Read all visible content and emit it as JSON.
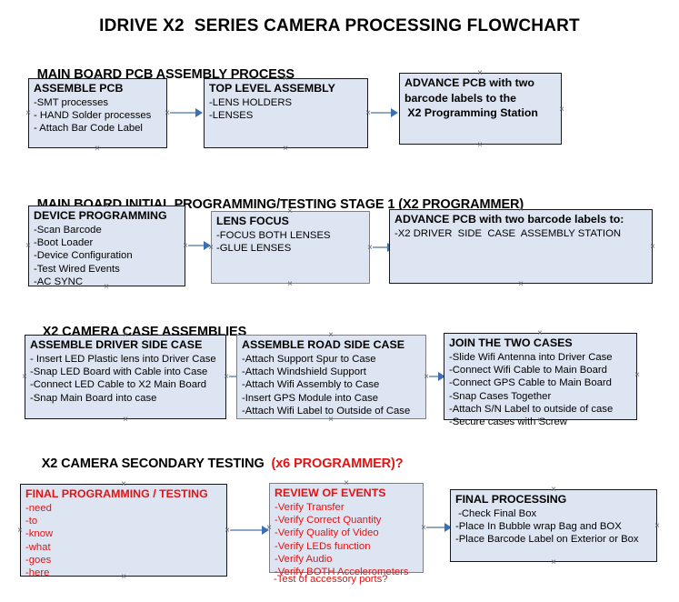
{
  "document": {
    "title": "IDRIVE X2  SERIES CAMERA PROCESSING FLOWCHART",
    "colors": {
      "box_fill": "#dde5f2",
      "box_border": "#16171c",
      "box_border_gray": "#7d7f84",
      "arrow_shaft": "#8fa9c4",
      "arrow_head": "#3d6fb4",
      "red_text": "#e11414",
      "black_text": "#000000",
      "background": "#ffffff"
    }
  },
  "sections": [
    {
      "id": "main-board-pcb-assembly",
      "heading": "MAIN BOARD PCB ASSEMBLY PROCESS",
      "heading_red": "",
      "boxes": [
        {
          "id": "assemble-pcb",
          "title": "ASSEMBLE PCB",
          "lines": [
            "-SMT processes",
            "- HAND Solder processes",
            "- Attach Bar Code Label"
          ],
          "text_color": "black",
          "border": "black",
          "all_bold": false
        },
        {
          "id": "top-level-assembly",
          "title": "TOP LEVEL ASSEMBLY",
          "lines": [
            "-LENS HOLDERS",
            "-LENSES"
          ],
          "text_color": "black",
          "border": "black",
          "all_bold": false
        },
        {
          "id": "advance-pcb-to-x2-programming-station",
          "title": "ADVANCE PCB with two",
          "lines": [
            "barcode labels to the",
            " X2 Programming Station"
          ],
          "text_color": "black",
          "border": "black",
          "all_bold": true
        }
      ]
    },
    {
      "id": "main-board-initial-programming",
      "heading": "MAIN BOARD INITIAL PROGRAMMING/TESTING STAGE 1 (X2 PROGRAMMER)",
      "heading_red": "",
      "boxes": [
        {
          "id": "device-programming",
          "title": "DEVICE PROGRAMMING",
          "lines": [
            "-Scan Barcode",
            "-Boot Loader",
            "-Device Configuration",
            "-Test Wired Events",
            "-AC SYNC"
          ],
          "text_color": "black",
          "border": "black",
          "all_bold": false
        },
        {
          "id": "lens-focus",
          "title": "LENS FOCUS",
          "lines": [
            "-FOCUS BOTH LENSES",
            "-GLUE LENSES"
          ],
          "text_color": "black",
          "border": "gray",
          "all_bold": false
        },
        {
          "id": "advance-pcb-to-driver-side-case-station",
          "title": "ADVANCE PCB with two barcode labels to:",
          "lines": [
            "-X2 DRIVER  SIDE  CASE  ASSEMBLY STATION"
          ],
          "text_color": "black",
          "border": "black",
          "all_bold": false
        }
      ]
    },
    {
      "id": "x2-camera-case-assemblies",
      "heading": "X2 CAMERA CASE ASSEMBLIES",
      "heading_red": "",
      "boxes": [
        {
          "id": "assemble-driver-side-case",
          "title": "ASSEMBLE DRIVER SIDE CASE",
          "lines": [
            "- Insert LED Plastic lens into Driver Case",
            "-Snap LED Board with Cable into Case",
            "-Connect LED Cable to X2 Main Board",
            "-Snap Main Board into case"
          ],
          "text_color": "black",
          "border": "black",
          "all_bold": false
        },
        {
          "id": "assemble-road-side-case",
          "title": "ASSEMBLE ROAD SIDE CASE",
          "lines": [
            "-Attach Support Spur to Case",
            "-Attach Windshield Support",
            "-Attach Wifi Assembly to Case",
            "-Insert GPS Module into Case",
            "-Attach Wifi Label to Outside of Case"
          ],
          "text_color": "black",
          "border": "gray",
          "all_bold": false
        },
        {
          "id": "join-the-two-cases",
          "title": "JOIN THE TWO CASES",
          "lines": [
            "-Slide Wifi Antenna into Driver Case",
            "-Connect Wifi Cable to Main Board",
            "-Connect GPS Cable to Main Board",
            "-Snap Cases Together",
            "-Attach S/N Label to outside of case",
            "-Secure cases with Screw"
          ],
          "text_color": "black",
          "border": "black",
          "all_bold": false
        }
      ]
    },
    {
      "id": "x2-camera-secondary-testing",
      "heading": "X2 CAMERA SECONDARY TESTING  ",
      "heading_red": "(x6 PROGRAMMER)?",
      "boxes": [
        {
          "id": "final-programming-testing",
          "title": "FINAL PROGRAMMING / TESTING",
          "lines": [
            "-need",
            "-to",
            "-know",
            "-what",
            "-goes",
            "-here"
          ],
          "text_color": "red",
          "border": "black",
          "all_bold": false
        },
        {
          "id": "review-of-events",
          "title": "REVIEW OF EVENTS",
          "lines": [
            "-Verify Transfer",
            "-Verify Correct Quantity",
            "-Verify Quality of Video",
            "-Verify LEDs function",
            "-Verify Audio",
            "-Verify BOTH Accelerometers"
          ],
          "overflow_line": "-Test of accessory ports?",
          "text_color": "red",
          "border": "gray",
          "all_bold": false
        },
        {
          "id": "final-processing",
          "title": "FINAL PROCESSING",
          "lines": [
            " -Check Final Box",
            "-Place In Bubble wrap Bag and BOX",
            "-Place Barcode Label on Exterior or Box"
          ],
          "text_color": "black",
          "border": "black",
          "all_bold": false
        }
      ]
    }
  ]
}
